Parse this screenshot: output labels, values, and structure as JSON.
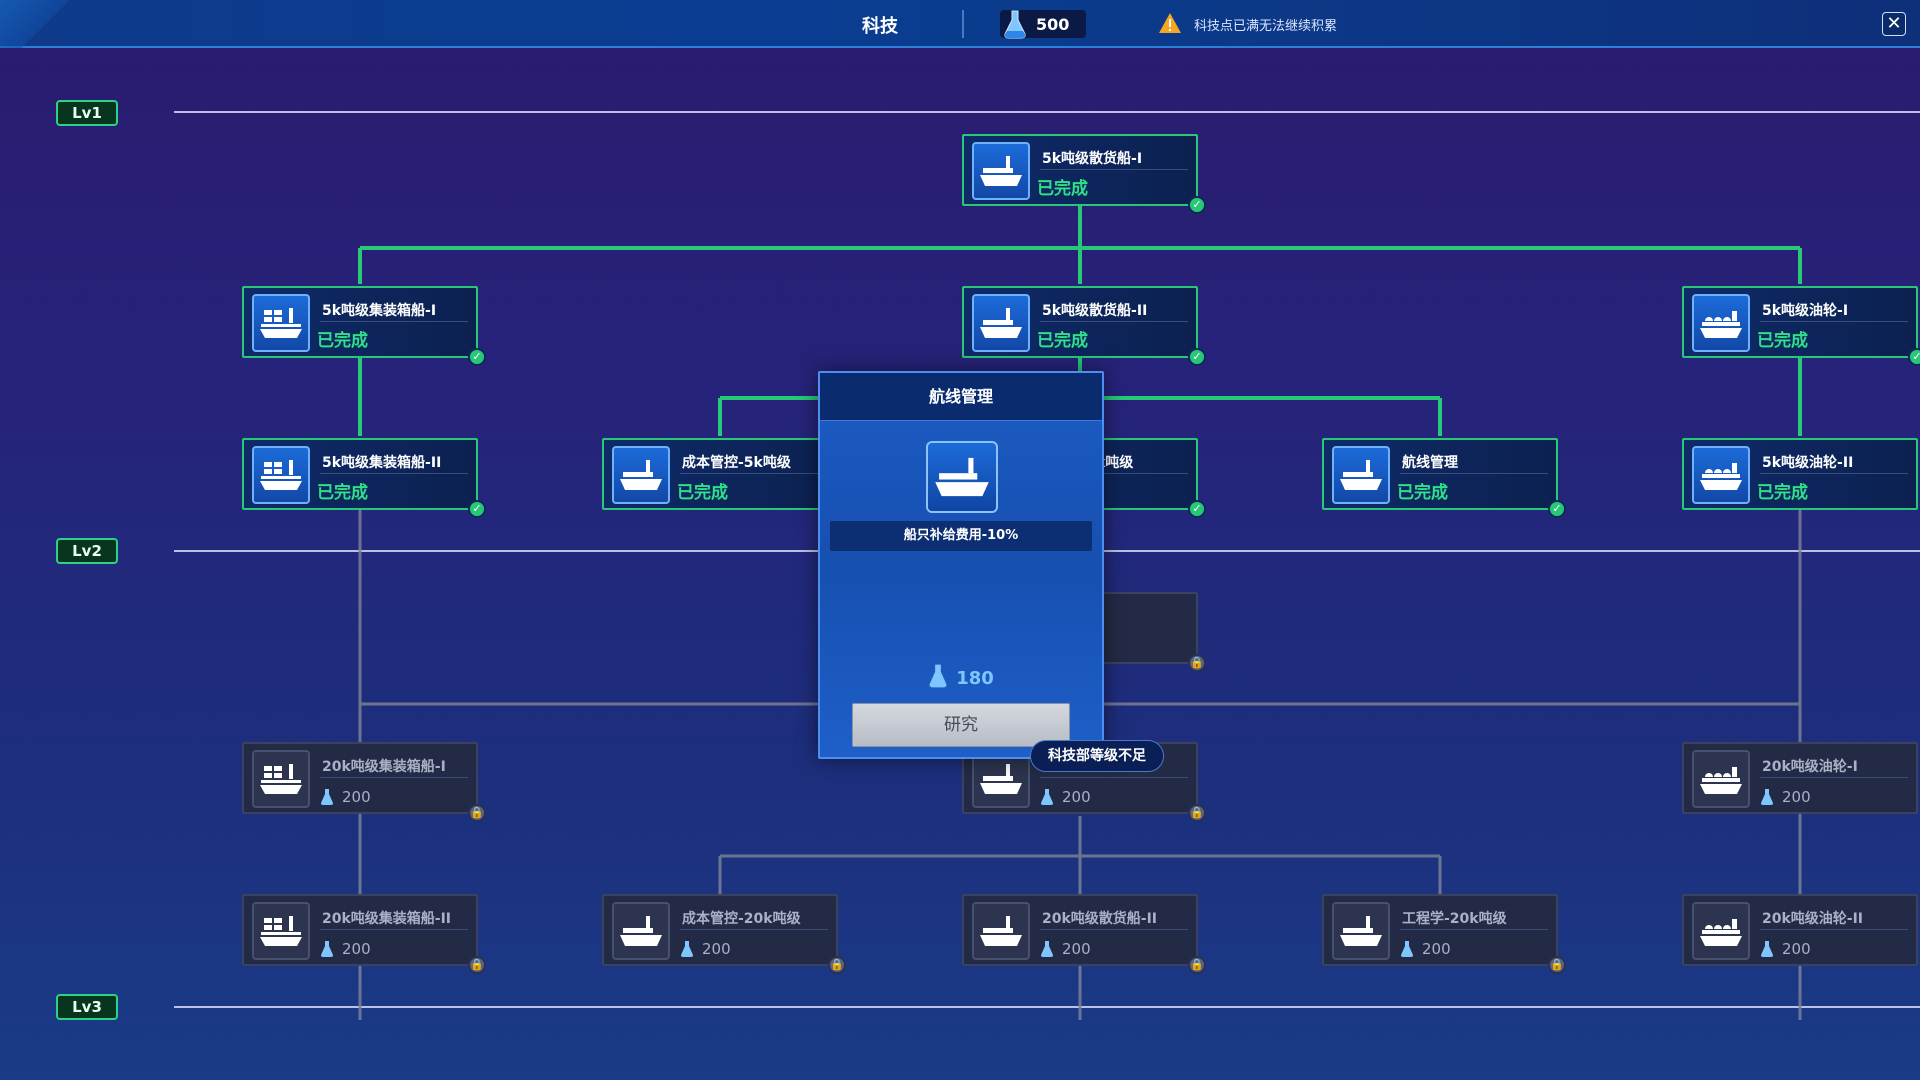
{
  "header": {
    "title": "科技",
    "points": "500",
    "warning": "科技点已满无法继续积累",
    "close_glyph": "✕"
  },
  "levels": [
    "Lv1",
    "Lv2",
    "Lv3"
  ],
  "status_done": "已完成",
  "nodes": [
    {
      "name": "5k吨级散货船-I",
      "state": "done",
      "icon": "bulk-ship-icon"
    },
    {
      "name": "5k吨级集装箱船-I",
      "state": "done",
      "icon": "container-ship-icon"
    },
    {
      "name": "5k吨级散货船-II",
      "state": "done",
      "icon": "bulk-ship-icon"
    },
    {
      "name": "5k吨级油轮-I",
      "state": "done",
      "icon": "tanker-icon"
    },
    {
      "name": "5k吨级集装箱船-II",
      "state": "done",
      "icon": "container-ship-icon"
    },
    {
      "name": "成本管控-5k吨级",
      "state": "done",
      "icon": "bulk-ship-icon"
    },
    {
      "name": "k吨级",
      "state": "done",
      "icon": "bulk-ship-icon"
    },
    {
      "name": "航线管理",
      "state": "done",
      "icon": "bulk-ship-icon"
    },
    {
      "name": "5k吨级油轮-II",
      "state": "done",
      "icon": "tanker-icon"
    },
    {
      "name": "20k吨级集装箱船-I",
      "state": "locked",
      "cost": "200",
      "icon": "container-ship-icon"
    },
    {
      "name": "",
      "state": "locked",
      "cost": "200",
      "icon": "bulk-ship-icon"
    },
    {
      "name": "20k吨级油轮-I",
      "state": "locked",
      "cost": "200",
      "icon": "tanker-icon"
    },
    {
      "name": "20k吨级集装箱船-II",
      "state": "locked",
      "cost": "200",
      "icon": "container-ship-icon"
    },
    {
      "name": "成本管控-20k吨级",
      "state": "locked",
      "cost": "200",
      "icon": "bulk-ship-icon"
    },
    {
      "name": "20k吨级散货船-II",
      "state": "locked",
      "cost": "200",
      "icon": "bulk-ship-icon"
    },
    {
      "name": "工程学-20k吨级",
      "state": "locked",
      "cost": "200",
      "icon": "bulk-ship-icon"
    },
    {
      "name": "20k吨级油轮-II",
      "state": "locked",
      "cost": "200",
      "icon": "tanker-icon"
    }
  ],
  "popup": {
    "title": "航线管理",
    "effect": "船只补给费用-10%",
    "cost": "180",
    "button": "研究",
    "tooltip": "科技部等级不足"
  },
  "colors": {
    "done_green": "#27c978",
    "accent_blue": "#1c6bd9",
    "cost_blue": "#7fc6ff"
  }
}
